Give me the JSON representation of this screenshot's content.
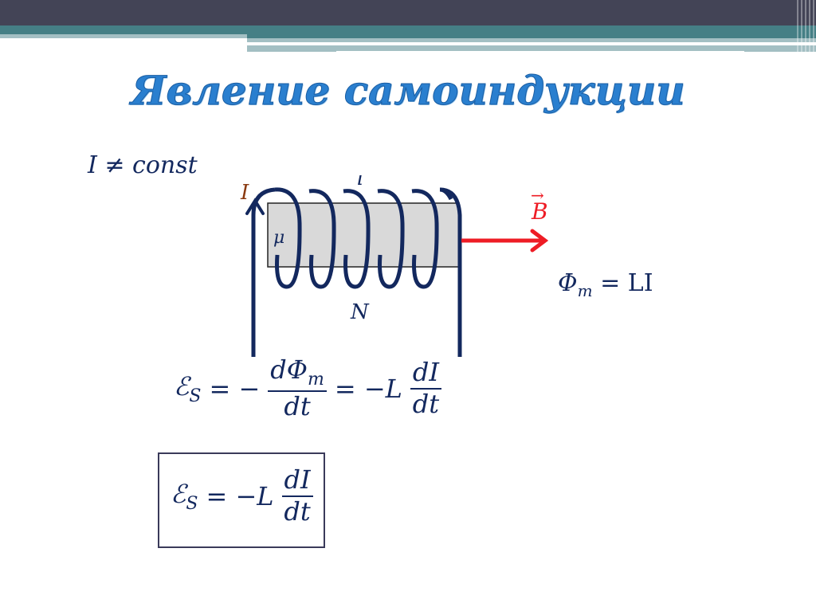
{
  "slide": {
    "title": "Явление  самоиндукции",
    "colors": {
      "header_dark": "#434456",
      "header_teal": "#457f85",
      "header_light": "#a3bfc3",
      "title_blue": "#2a7fcf",
      "math_navy": "#13285e",
      "field_red": "#ee1c25",
      "current_label": "#8a3a10",
      "core_gray": "#d9d9d9"
    }
  },
  "diagram": {
    "condition": "I ≠ const",
    "labels": {
      "current": "I",
      "length": "l",
      "permeability": "μ",
      "turns": "N",
      "field_vector": "B",
      "field_arrow": "→"
    },
    "turn_count": 6
  },
  "formulas": {
    "flux": {
      "phi": "Φ",
      "sub": "m",
      "rhs": "= LI"
    },
    "emf_full": {
      "lhs": "ℰ",
      "lhs_sub": "S",
      "eq1": "= −",
      "num1": "dΦ",
      "num1_sub": "m",
      "den1": "dt",
      "eq2": "= −L",
      "num2": "dI",
      "den2": "dt"
    },
    "emf_boxed": {
      "lhs": "ℰ",
      "lhs_sub": "S",
      "eq": "= −L",
      "num": "dI",
      "den": "dt"
    }
  }
}
